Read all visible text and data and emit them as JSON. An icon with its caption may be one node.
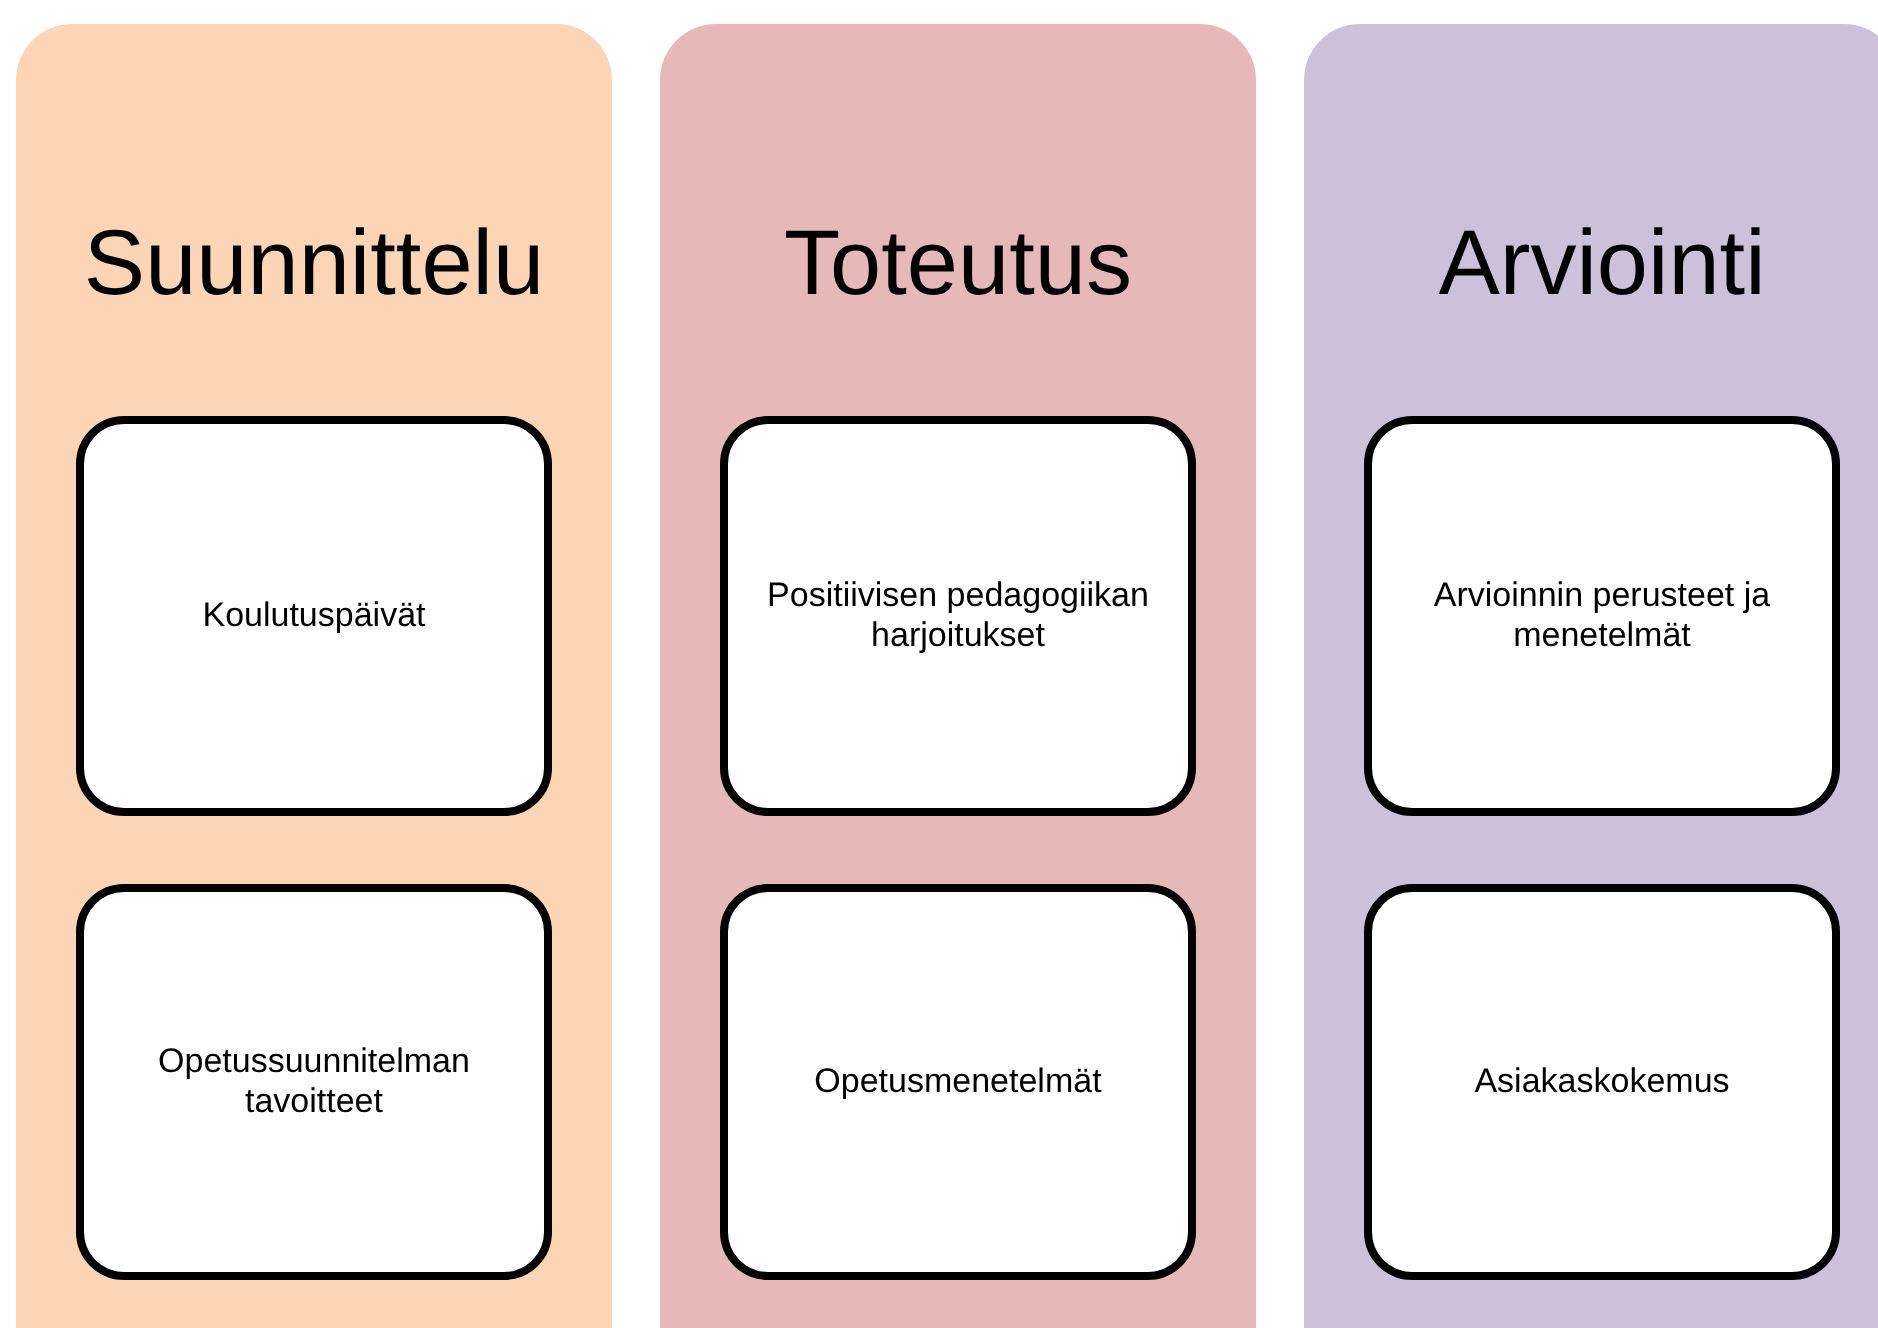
{
  "diagram": {
    "nodes": [
      {
        "text": [
          "Suunnittelu"
        ]
      },
      {
        "text": [
          "Koulutuspäivät"
        ],
        "in": 0
      },
      {
        "text": [
          "Opetussuunnitelman tavoitteet"
        ],
        "in": 0
      },
      {
        "text": [
          "Toteutus"
        ]
      },
      {
        "text": [
          "Positiivisen pedagogiikan harjoitukset"
        ],
        "in": 3
      },
      {
        "text": [
          "Opetusmenetelmät"
        ],
        "in": 3
      },
      {
        "text": [
          "Arviointi"
        ]
      },
      {
        "text": [
          "Arvioinnin perusteet ja menetelmät"
        ],
        "in": 6
      },
      {
        "text": [
          "Asiakaskokemus"
        ],
        "in": 6
      }
    ]
  }
}
